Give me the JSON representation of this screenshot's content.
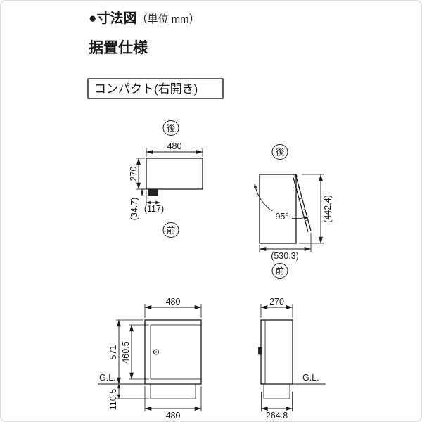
{
  "page": {
    "title_main": "●寸法図",
    "title_unit": "（単位 mm）",
    "subtitle": "据置仕様",
    "variant": "コンパクト(右開き)"
  },
  "colors": {
    "ink": "#1a1a1a",
    "background": "#ffffff"
  },
  "labels": {
    "rear": "後",
    "front": "前",
    "ground_line": "G.L."
  },
  "plan_view": {
    "width": "480",
    "depth": "270",
    "handle_width": "(117)",
    "handle_depth": "(34.7)"
  },
  "door_open_view": {
    "open_angle": "95°",
    "open_depth": "(530.3)",
    "open_height": "(442.4)"
  },
  "front_view": {
    "width": "480",
    "total_height": "571",
    "door_height": "460.5",
    "below_ground_depth": "110.5",
    "base_width": "480"
  },
  "side_view": {
    "depth": "270",
    "base_depth": "264.8"
  }
}
